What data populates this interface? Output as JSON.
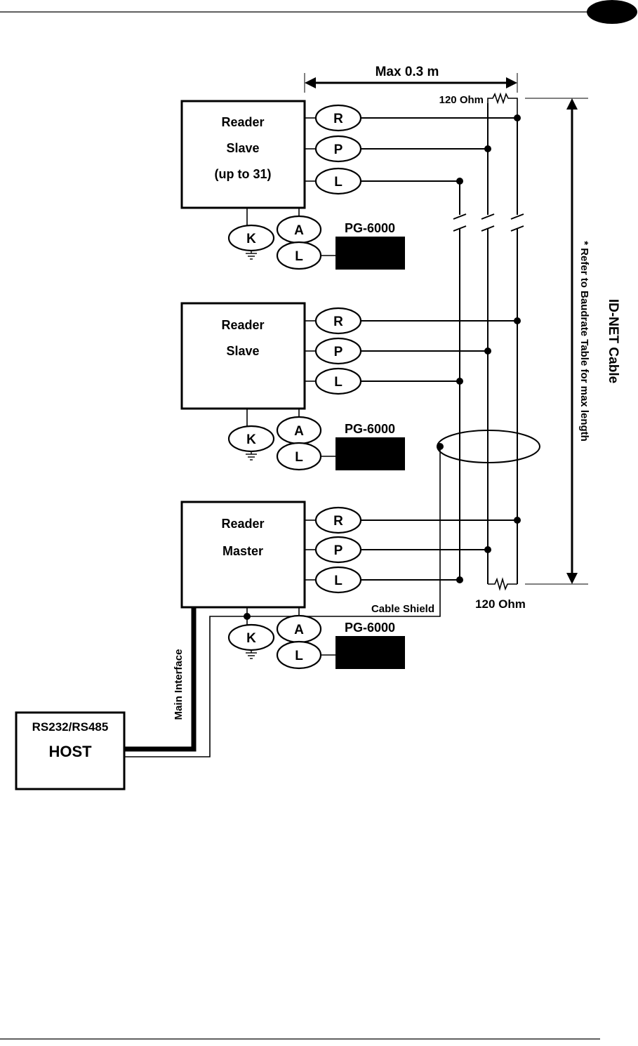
{
  "page": {
    "header_tab_color": "#000000",
    "footer_rule": true
  },
  "diagram": {
    "title_dimension": "Max 0.3 m",
    "cable_label": "ID-NET Cable",
    "cable_note": "* Refer to Baudrate Table for max length",
    "terminator_top": "120 Ohm",
    "terminator_bottom": "120 Ohm",
    "cable_shield": "Cable Shield",
    "main_interface": "Main Interface",
    "host": {
      "line1": "RS232/RS485",
      "line2": "HOST"
    },
    "readers": [
      {
        "line1": "Reader",
        "line2": "Slave",
        "line3": "(up to 31)"
      },
      {
        "line1": "Reader",
        "line2": "Slave",
        "line3": ""
      },
      {
        "line1": "Reader",
        "line2": "Master",
        "line3": ""
      }
    ],
    "pins": {
      "r": "R",
      "p": "P",
      "l": "L",
      "k": "K",
      "a": "A",
      "l2": "L"
    },
    "accessory": "PG-6000"
  }
}
